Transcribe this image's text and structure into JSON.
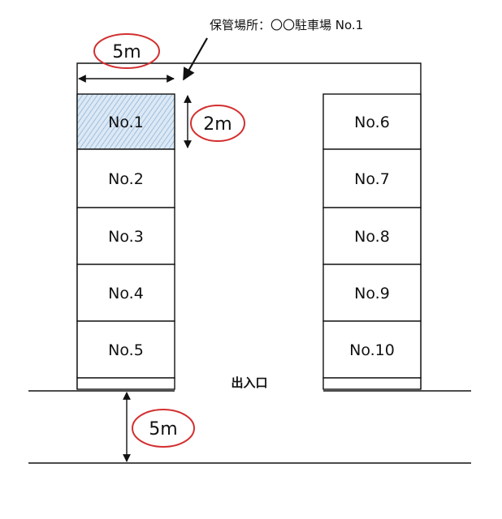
{
  "title": "保管場所：〇〇駐車場 No.1",
  "entrance": "出入口",
  "left_slots": [
    "No.1",
    "No.2",
    "No.3",
    "No.4",
    "No.5"
  ],
  "right_slots": [
    "No.6",
    "No.7",
    "No.8",
    "No.9",
    "No.10"
  ],
  "highlighted_slot": "No.1",
  "dimensions": {
    "width": "5m",
    "depth": "2m",
    "road": "5m"
  },
  "colors": {
    "line": "#111111",
    "hatch": "#a9c7e6",
    "circle": "#d32f2f"
  }
}
